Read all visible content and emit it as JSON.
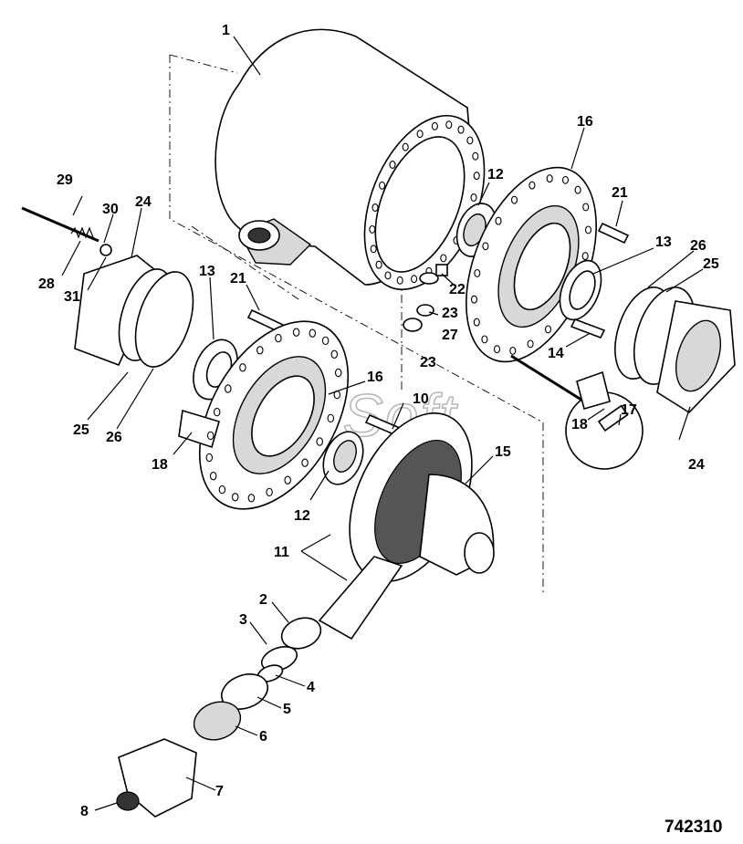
{
  "drawing_code": "742310",
  "watermark": "AutoSoft",
  "callouts": [
    {
      "id": "c1",
      "text": "1"
    },
    {
      "id": "c2",
      "text": "2"
    },
    {
      "id": "c3",
      "text": "3"
    },
    {
      "id": "c4",
      "text": "4"
    },
    {
      "id": "c5",
      "text": "5"
    },
    {
      "id": "c6",
      "text": "6"
    },
    {
      "id": "c7",
      "text": "7"
    },
    {
      "id": "c8",
      "text": "8"
    },
    {
      "id": "c10",
      "text": "10"
    },
    {
      "id": "c11",
      "text": "11"
    },
    {
      "id": "c12a",
      "text": "12"
    },
    {
      "id": "c12b",
      "text": "12"
    },
    {
      "id": "c13a",
      "text": "13"
    },
    {
      "id": "c13b",
      "text": "13"
    },
    {
      "id": "c14",
      "text": "14"
    },
    {
      "id": "c15",
      "text": "15"
    },
    {
      "id": "c16a",
      "text": "16"
    },
    {
      "id": "c16b",
      "text": "16"
    },
    {
      "id": "c17",
      "text": "17"
    },
    {
      "id": "c18a",
      "text": "18"
    },
    {
      "id": "c18b",
      "text": "18"
    },
    {
      "id": "c21a",
      "text": "21"
    },
    {
      "id": "c21b",
      "text": "21"
    },
    {
      "id": "c22",
      "text": "22"
    },
    {
      "id": "c23a",
      "text": "23"
    },
    {
      "id": "c23b",
      "text": "23"
    },
    {
      "id": "c24a",
      "text": "24"
    },
    {
      "id": "c24b",
      "text": "24"
    },
    {
      "id": "c25a",
      "text": "25"
    },
    {
      "id": "c25b",
      "text": "25"
    },
    {
      "id": "c26a",
      "text": "26"
    },
    {
      "id": "c26b",
      "text": "26"
    },
    {
      "id": "c27",
      "text": "27"
    },
    {
      "id": "c28",
      "text": "28"
    },
    {
      "id": "c29",
      "text": "29"
    },
    {
      "id": "c30",
      "text": "30"
    },
    {
      "id": "c31",
      "text": "31"
    }
  ]
}
